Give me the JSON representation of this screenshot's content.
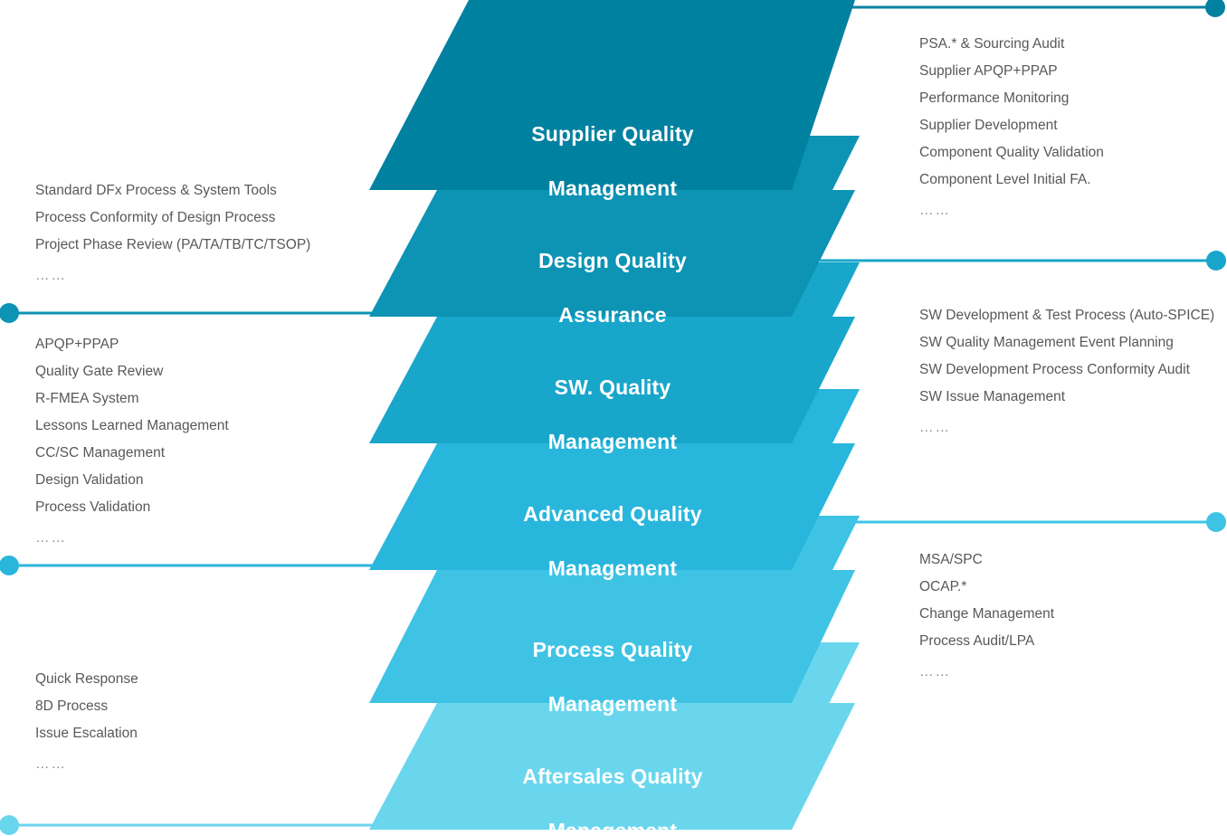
{
  "diagram": {
    "title": "Quality Management Layered Parallelogram Diagram",
    "background": "#ffffff",
    "text_color": "#58585b",
    "label_color": "#ffffff"
  },
  "bands": [
    {
      "id": "supplier-quality-management",
      "line1": "Supplier Quality",
      "line2": "Management",
      "color": "#0081a0",
      "tail_color": "#0d93b4"
    },
    {
      "id": "design-quality-assurance",
      "line1": "Design Quality",
      "line2": "Assurance",
      "color": "#0d93b4",
      "tail_color": "#18a6ca"
    },
    {
      "id": "sw-quality-management",
      "line1": "SW. Quality",
      "line2": "Management",
      "color": "#18a6ca",
      "tail_color": "#29b6dc"
    },
    {
      "id": "advanced-quality-management",
      "line1": "Advanced Quality",
      "line2": "Management",
      "color": "#29b6dc",
      "tail_color": "#3fc3e4"
    },
    {
      "id": "process-quality-management",
      "line1": "Process Quality",
      "line2": "Management",
      "color": "#3fc3e4",
      "tail_color": "#6ad6ee"
    },
    {
      "id": "aftersales-quality-management",
      "line1": "Aftersales Quality",
      "line2": "Management",
      "color": "#6ad6ee",
      "tail_color": "#6ad6ee"
    }
  ],
  "callouts": {
    "right_supplier": {
      "connector_color": "#0081a0",
      "items": [
        "PSA.* & Sourcing Audit",
        "Supplier APQP+PPAP",
        "Performance Monitoring",
        "Supplier Development",
        "Component Quality Validation",
        "Component Level Initial FA.",
        "……"
      ]
    },
    "right_software": {
      "connector_color": "#18a6ca",
      "items": [
        "SW Development & Test Process (Auto-SPICE)",
        "SW Quality Management Event Planning",
        "SW Development Process Conformity Audit",
        "SW Issue Management",
        "……"
      ]
    },
    "right_process": {
      "connector_color": "#3fc3e4",
      "items": [
        "MSA/SPC",
        "OCAP.*",
        "Change Management",
        "Process Audit/LPA",
        "……"
      ]
    },
    "left_design": {
      "connector_color": "#0d93b4",
      "items": [
        "Standard DFx Process & System Tools",
        "Process Conformity of Design Process",
        "Project Phase Review (PA/TA/TB/TC/TSOP)",
        "……"
      ]
    },
    "left_advanced": {
      "connector_color": "#29b6dc",
      "items": [
        "APQP+PPAP",
        "Quality Gate Review",
        "R-FMEA System",
        "Lessons Learned Management",
        "CC/SC Management",
        "Design Validation",
        "Process Validation",
        "……"
      ]
    },
    "left_aftersales": {
      "connector_color": "#6ad6ee",
      "items": [
        "Quick Response",
        "8D Process",
        "Issue Escalation",
        "……"
      ]
    }
  }
}
